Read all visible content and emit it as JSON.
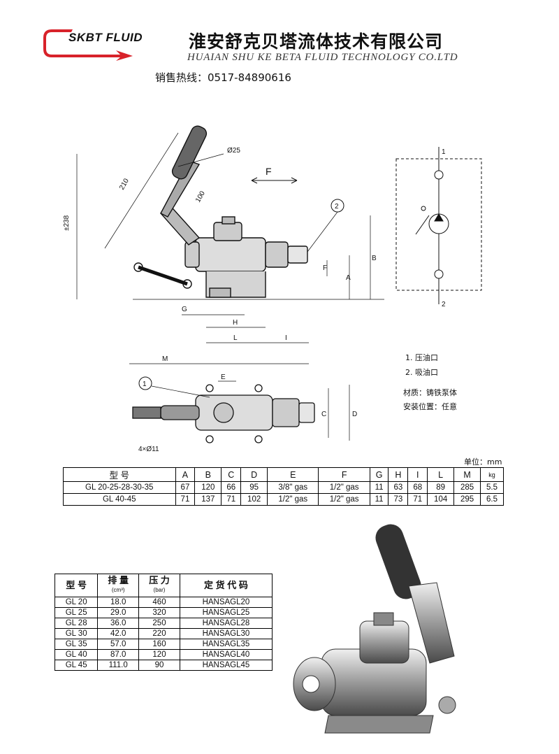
{
  "header": {
    "logo_text": "SKBT FLUID",
    "company_cn": "淮安舒克贝塔流体技术有限公司",
    "company_en": "HUAIAN SHU KE BETA FLUID TECHNOLOGY CO.LTD",
    "hotline": "销售热线：0517-84890616"
  },
  "drawing": {
    "dim_diameter": "Ø25",
    "dim_210": "210",
    "dim_100": "100",
    "dim_238": "±238",
    "force_label": "F",
    "labels": {
      "G": "G",
      "H": "H",
      "L": "L",
      "I": "I",
      "M": "M",
      "A": "A",
      "B": "B",
      "F": "F",
      "C": "C",
      "D": "D",
      "E": "E"
    },
    "callout_1": "1",
    "callout_2": "2",
    "holes": "4×Ø11",
    "port_1": "1",
    "port_2": "2"
  },
  "legend": {
    "item1": "1.  压油口",
    "item2": "2.  吸油口",
    "material": "材质：铸铁泵体",
    "mounting": "安装位置：任意"
  },
  "unit": "单位：mm",
  "dims_table": {
    "headers": [
      "型 号",
      "A",
      "B",
      "C",
      "D",
      "E",
      "F",
      "G",
      "H",
      "I",
      "L",
      "M",
      "kg"
    ],
    "rows": [
      [
        "GL 20-25-28-30-35",
        "67",
        "120",
        "66",
        "95",
        "3/8\" gas",
        "1/2\" gas",
        "11",
        "63",
        "68",
        "89",
        "285",
        "5.5"
      ],
      [
        "GL 40-45",
        "71",
        "137",
        "71",
        "102",
        "1/2\" gas",
        "1/2\" gas",
        "11",
        "73",
        "71",
        "104",
        "295",
        "6.5"
      ]
    ]
  },
  "perf_table": {
    "headers": [
      {
        "main": "型 号",
        "sub": ""
      },
      {
        "main": "排 量",
        "sub": "(cm³)"
      },
      {
        "main": "压 力",
        "sub": "(bar)"
      },
      {
        "main": "定 货 代 码",
        "sub": ""
      }
    ],
    "rows": [
      [
        "GL 20",
        "18.0",
        "460",
        "HANSAGL20"
      ],
      [
        "GL 25",
        "29.0",
        "320",
        "HANSAGL25"
      ],
      [
        "GL 28",
        "36.0",
        "250",
        "HANSAGL28"
      ],
      [
        "GL 30",
        "42.0",
        "220",
        "HANSAGL30"
      ],
      [
        "GL 35",
        "57.0",
        "160",
        "HANSAGL35"
      ],
      [
        "GL 40",
        "87.0",
        "120",
        "HANSAGL40"
      ],
      [
        "GL 45",
        "111.0",
        "90",
        "HANSAGL45"
      ]
    ]
  },
  "colors": {
    "logo_red": "#d8222a",
    "ink": "#111111"
  }
}
